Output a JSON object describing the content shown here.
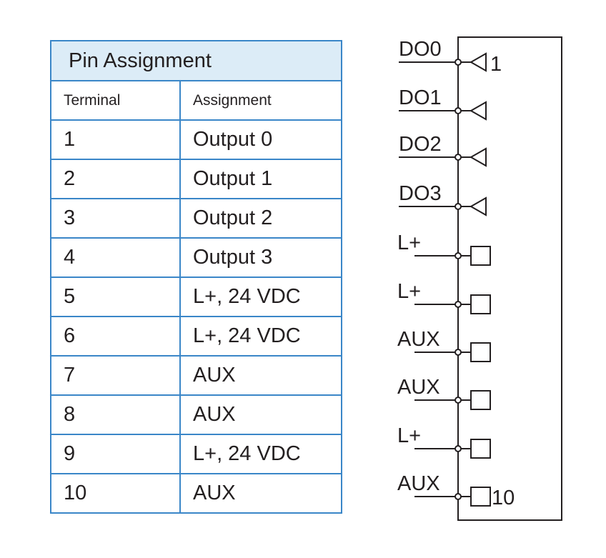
{
  "table": {
    "title": "Pin Assignment",
    "headers": [
      "Terminal",
      "Assignment"
    ],
    "rows": [
      {
        "terminal": "1",
        "assignment": "Output 0"
      },
      {
        "terminal": "2",
        "assignment": "Output 1"
      },
      {
        "terminal": "3",
        "assignment": "Output 2"
      },
      {
        "terminal": "4",
        "assignment": "Output 3"
      },
      {
        "terminal": "5",
        "assignment": "L+, 24 VDC"
      },
      {
        "terminal": "6",
        "assignment": "L+, 24 VDC"
      },
      {
        "terminal": "7",
        "assignment": "AUX"
      },
      {
        "terminal": "8",
        "assignment": "AUX"
      },
      {
        "terminal": "9",
        "assignment": "L+, 24 VDC"
      },
      {
        "terminal": "10",
        "assignment": "AUX"
      }
    ]
  },
  "diagram": {
    "pins": [
      {
        "label": "DO0",
        "symbol": "output-triangle"
      },
      {
        "label": "DO1",
        "symbol": "output-triangle"
      },
      {
        "label": "DO2",
        "symbol": "output-triangle"
      },
      {
        "label": "DO3",
        "symbol": "output-triangle"
      },
      {
        "label": "L+",
        "symbol": "square-terminal"
      },
      {
        "label": "L+",
        "symbol": "square-terminal"
      },
      {
        "label": "AUX",
        "symbol": "square-terminal"
      },
      {
        "label": "AUX",
        "symbol": "square-terminal"
      },
      {
        "label": "L+",
        "symbol": "square-terminal"
      },
      {
        "label": "AUX",
        "symbol": "square-terminal"
      }
    ],
    "first_pin_number": "1",
    "last_pin_number": "10"
  }
}
